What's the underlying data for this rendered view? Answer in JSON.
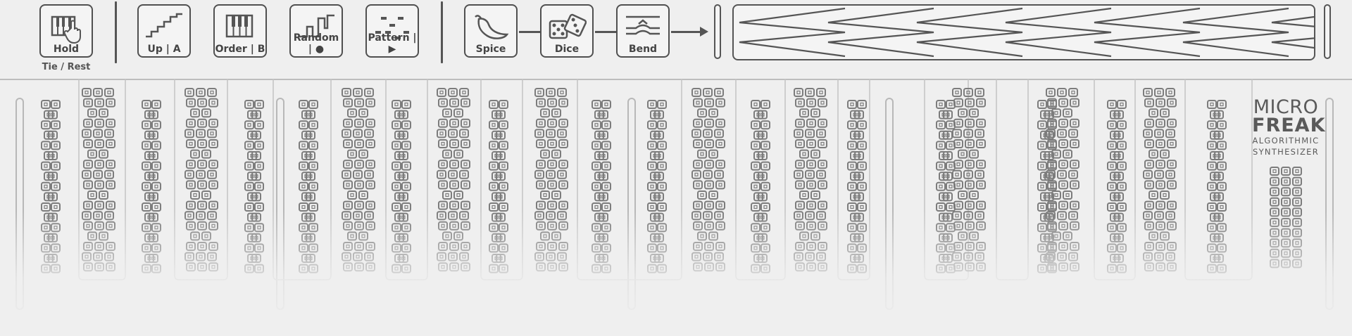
{
  "controls": {
    "hold": {
      "label": "Hold",
      "sublabel": "Tie / Rest",
      "icon": "piano-hand-icon"
    },
    "up": {
      "label": "Up  | A",
      "icon": "staircase-icon"
    },
    "order": {
      "label": "Order  | B",
      "icon": "piano-keys-icon"
    },
    "random": {
      "label": "Random | ●",
      "icon": "random-steps-icon"
    },
    "pattern": {
      "label": "Pattern | ▶",
      "icon": "pattern-dots-icon"
    },
    "spice": {
      "label": "Spice",
      "icon": "chili-pepper-icon"
    },
    "dice": {
      "label": "Dice",
      "icon": "dice-icon"
    },
    "bend": {
      "label": "Bend",
      "icon": "bend-lines-icon"
    }
  },
  "logo": {
    "line1": "MICRO",
    "line2": "FREAK",
    "line3": "ALGORITHMIC",
    "line4": "SYNTHESIZER"
  },
  "colors": {
    "background": "#efefef",
    "outline": "#555555",
    "key_pattern": "#7c7c7c"
  }
}
